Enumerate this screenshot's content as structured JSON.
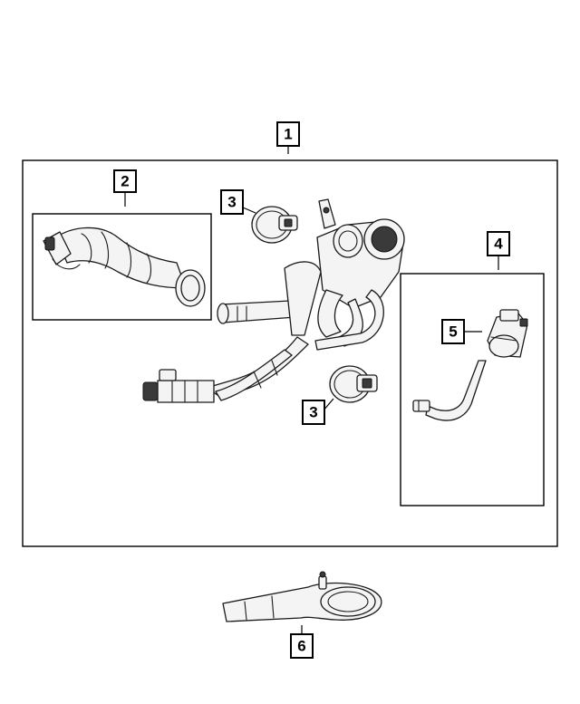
{
  "callouts": {
    "c1": "1",
    "c2": "2",
    "c3a": "3",
    "c3b": "3",
    "c4": "4",
    "c5": "5",
    "c6": "6"
  },
  "colors": {
    "line": "#000000",
    "part_fill": "#f4f4f4",
    "background": "#ffffff"
  }
}
